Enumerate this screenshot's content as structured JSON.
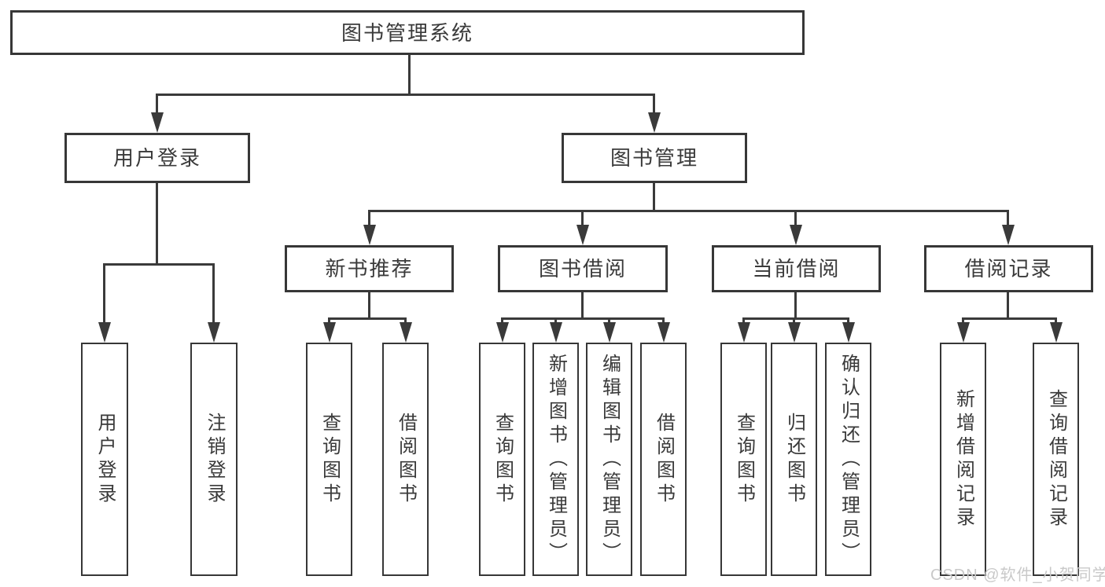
{
  "diagram": {
    "type": "hierarchy-tree",
    "root": {
      "label": "图书管理系统",
      "children": [
        {
          "label": "用户登录",
          "children": [
            {
              "label": "用户登录"
            },
            {
              "label": "注销登录"
            }
          ]
        },
        {
          "label": "图书管理",
          "children": [
            {
              "label": "新书推荐",
              "children": [
                {
                  "label": "查询图书"
                },
                {
                  "label": "借阅图书"
                }
              ]
            },
            {
              "label": "图书借阅",
              "children": [
                {
                  "label": "查询图书"
                },
                {
                  "label": "新增图书（管理员）"
                },
                {
                  "label": "编辑图书（管理员）"
                },
                {
                  "label": "借阅图书"
                }
              ]
            },
            {
              "label": "当前借阅",
              "children": [
                {
                  "label": "查询图书"
                },
                {
                  "label": "归还图书"
                },
                {
                  "label": "确认归还（管理员）"
                }
              ]
            },
            {
              "label": "借阅记录",
              "children": [
                {
                  "label": "新增借阅记录"
                },
                {
                  "label": "查询借阅记录"
                }
              ]
            }
          ]
        }
      ]
    }
  },
  "watermark": {
    "text": "CSDN @软件_小贺同学"
  },
  "colors": {
    "background": "#ffffff",
    "line": "#3a3a3a",
    "box_border": "#373737",
    "text": "#3a3a3a",
    "watermark": "#c9c9c9"
  }
}
